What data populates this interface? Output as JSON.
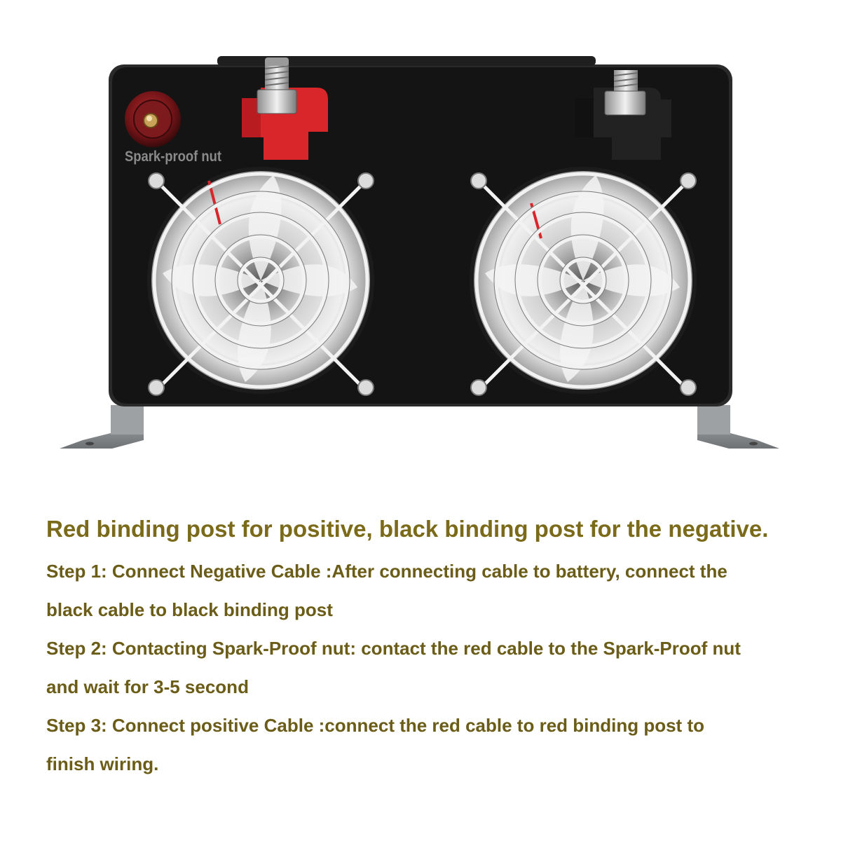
{
  "product": {
    "nut_label": "Spark-proof nut",
    "colors": {
      "housing": "#161616",
      "positive_post": "#d8262b",
      "negative_post": "#1c1c1c",
      "feet": "#8a8d90",
      "spark_nut": "#6e1316",
      "fan_blade": "#d9d9d9",
      "fan_guard": "#e8e8e8"
    },
    "icons": {
      "positive_terminal": "red-binding-post-icon",
      "negative_terminal": "black-binding-post-icon",
      "spark_nut": "spark-proof-nut-icon",
      "fan": "cooling-fan-icon"
    }
  },
  "instructions": {
    "headline": "Red binding post for positive, black binding post for the negative.",
    "step1_line1": "Step 1: Connect Negative Cable :After connecting cable to battery, connect the",
    "step1_line2": "black cable to black binding post",
    "step2_line1": "Step 2: Contacting Spark-Proof nut: contact the red cable to the Spark-Proof nut",
    "step2_line2": "and wait for 3-5 second",
    "step3_line1": "Step 3: Connect positive Cable :connect the red cable to red binding post to",
    "step3_line2": "finish wiring."
  }
}
